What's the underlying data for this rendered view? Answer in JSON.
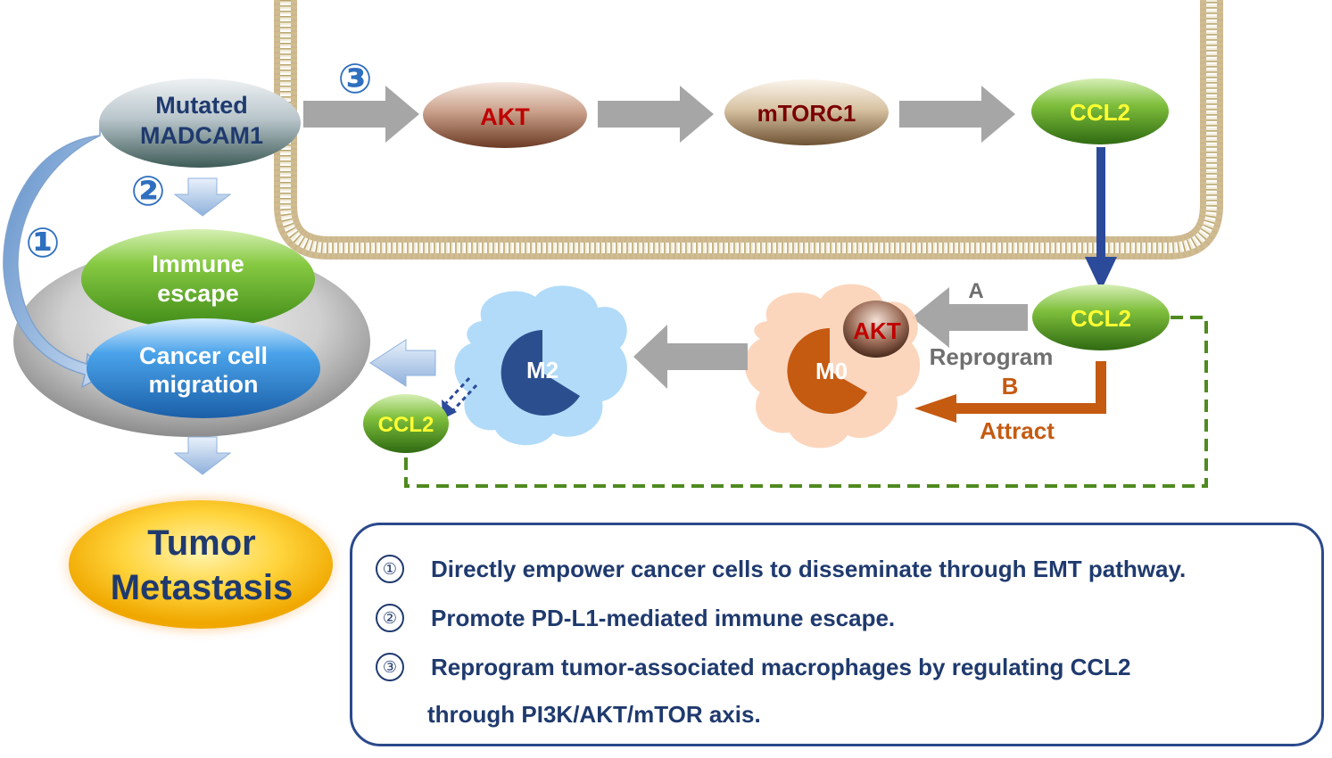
{
  "nodes": {
    "madcam1": [
      "Mutated",
      "MADCAM1"
    ],
    "akt_top": "AKT",
    "mtorc1": "mTORC1",
    "ccl2_top": "CCL2",
    "ccl2_right": "CCL2",
    "ccl2_left": "CCL2",
    "immune_escape": [
      "Immune",
      "escape"
    ],
    "cancer_migration": [
      "Cancer cell",
      "migration"
    ],
    "tumor_metastasis": [
      "Tumor",
      "Metastasis"
    ],
    "m0": "M0",
    "m0_akt": "AKT",
    "m2": "M2"
  },
  "markers": {
    "one": "①",
    "two": "②",
    "three": "③"
  },
  "arrow_labels": {
    "a": "A",
    "reprogram": "Reprogram",
    "b": "B",
    "attract": "Attract"
  },
  "legend": {
    "items": [
      {
        "marker": "①",
        "text": "Directly empower cancer cells to disseminate through EMT pathway."
      },
      {
        "marker": "②",
        "text": "Promote PD-L1-mediated immune escape."
      },
      {
        "marker": "③",
        "text": "Reprogram tumor-associated macrophages by regulating CCL2",
        "continuation": "through PI3K/AKT/mTOR axis."
      }
    ]
  },
  "colors": {
    "dark_blue": "#1f3a6e",
    "arrow_gray": "#a6a6a6",
    "attract_orange": "#c55a11",
    "ccl2_green": "#4f8a1f",
    "ccl2_text": "#ffff33",
    "akt_text": "#c00000"
  }
}
